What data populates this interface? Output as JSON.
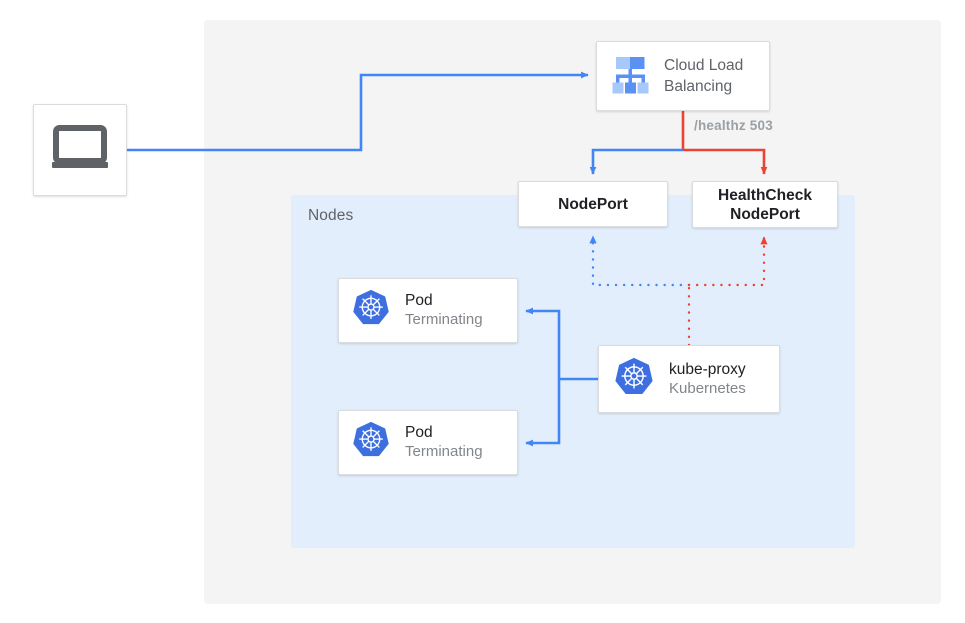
{
  "diagram": {
    "title": "Kubernetes NodePort health check with terminating pods",
    "type": "architecture-flow"
  },
  "panels": {
    "cloud": {
      "label": ""
    },
    "nodes": {
      "label": "Nodes"
    }
  },
  "nodes": {
    "client": {
      "icon": "laptop-icon",
      "label": ""
    },
    "load_balancer": {
      "icon": "cloud-load-balancing-icon",
      "label": "Cloud Load\nBalancing"
    },
    "nodeport": {
      "label": "NodePort"
    },
    "healthcheck_nodeport": {
      "label": "HealthCheck\nNodePort"
    },
    "pod_1": {
      "icon": "kubernetes-icon",
      "title": "Pod",
      "subtitle": "Terminating"
    },
    "pod_2": {
      "icon": "kubernetes-icon",
      "title": "Pod",
      "subtitle": "Terminating"
    },
    "kube_proxy": {
      "icon": "kubernetes-icon",
      "title": "kube-proxy",
      "subtitle": "Kubernetes"
    }
  },
  "edges": {
    "healthz_label": "/healthz 503"
  },
  "colors": {
    "blue": "#4285f4",
    "red": "#ea4335",
    "panel_gray": "#f4f4f4",
    "panel_blue": "#e3eefc",
    "text_primary": "#202124",
    "text_secondary": "#5f6368",
    "text_muted": "#80868b",
    "label_gray": "#9aa0a6",
    "card_border": "#dadce0"
  }
}
